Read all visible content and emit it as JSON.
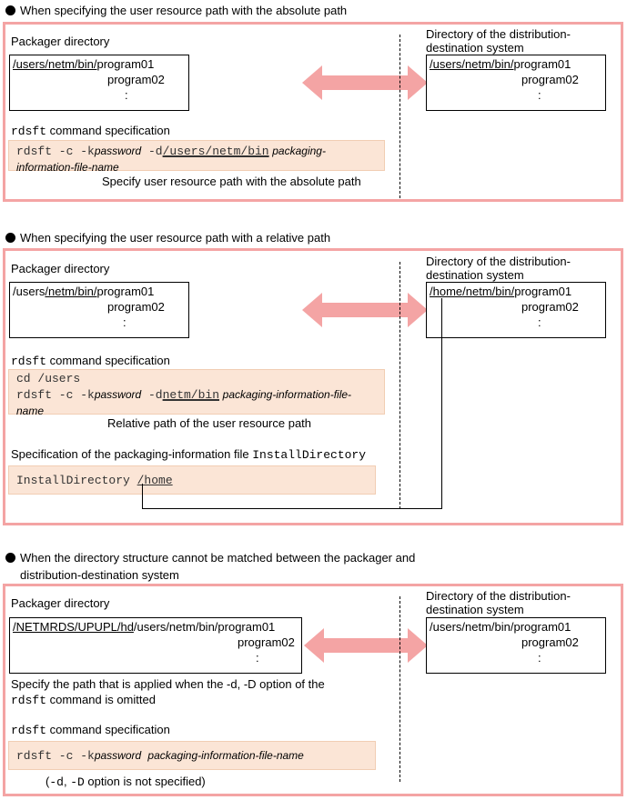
{
  "arrow_color": "#f4a4a4",
  "cmd_bg": "#fbe5d6",
  "s1": {
    "heading": "When specifying the user resource path with the absolute path",
    "packager_label": "Packager directory",
    "dest_label_1": "Directory of the distribution-",
    "dest_label_2": "destination system",
    "pkg_path_u": "/users/netm/bin/",
    "pkg_prog1": "program01",
    "pkg_prog2": "program02",
    "pkg_dots": ":",
    "dest_path_u": "/users/netm/bin/",
    "dest_prog1": "program01",
    "dest_prog2": "program02",
    "dest_dots": ":",
    "cmd_label_mono": "rdsft",
    "cmd_label": " command specification",
    "cmd_a": "rdsft -c -k",
    "cmd_pw": "password",
    "cmd_b": " -d",
    "cmd_path": "/users/netm/bin",
    "cmd_pkg_1": "packaging-",
    "cmd_pkg_2": "information-file-name",
    "note": "Specify user resource path with the absolute path"
  },
  "s2": {
    "heading": "When specifying the user resource path with a relative path",
    "packager_label": "Packager directory",
    "dest_label_1": "Directory of the distribution-",
    "dest_label_2": "destination system",
    "pkg_path_a": "/users",
    "pkg_path_u": "/netm/bin/",
    "pkg_prog1": "program01",
    "pkg_prog2": "program02",
    "pkg_dots": ":",
    "dest_path_u1": "/home",
    "dest_path_u2": "/netm/bin/",
    "dest_prog1": "program01",
    "dest_prog2": "program02",
    "dest_dots": ":",
    "cmd_label_mono": "rdsft",
    "cmd_label": " command specification",
    "cmd_cd": "cd /users",
    "cmd_a": "rdsft -c -k",
    "cmd_pw": "password",
    "cmd_b": " -d",
    "cmd_path": "netm/bin",
    "cmd_pkg_1": "packaging-information-file-",
    "cmd_pkg_2": "name",
    "note": "Relative path of the user resource path",
    "spec_label": "Specification of the packaging-information file ",
    "spec_label_mono": "InstallDirectory",
    "spec_a": "InstallDirectory ",
    "spec_b": "/home"
  },
  "s3": {
    "heading_1": "When the directory structure cannot be matched between the packager and",
    "heading_2": "distribution-destination system",
    "packager_label": "Packager directory",
    "dest_label_1": "Directory of the distribution-",
    "dest_label_2": "destination system",
    "pkg_path_u": "/NETMRDS/UPUPL/hd",
    "pkg_path_b": "/users/netm/bin/program01",
    "pkg_prog2": "program02",
    "pkg_dots": ":",
    "dest_path": "/users/netm/bin/program01",
    "dest_prog2": "program02",
    "dest_dots": ":",
    "note_1": "Specify the path that is applied when the -d, -D option of the",
    "note_2_mono": "rdsft",
    "note_2": " command is omitted",
    "cmd_label_mono": "rdsft",
    "cmd_label": " command specification",
    "cmd_a": "rdsft -c -k",
    "cmd_pw": "password",
    "cmd_pkg": "packaging-information-file-name",
    "footer_open": "(",
    "footer_d": "-d",
    "footer_sep": ", ",
    "footer_D": "-D",
    "footer_rest": " option is not specified)"
  }
}
